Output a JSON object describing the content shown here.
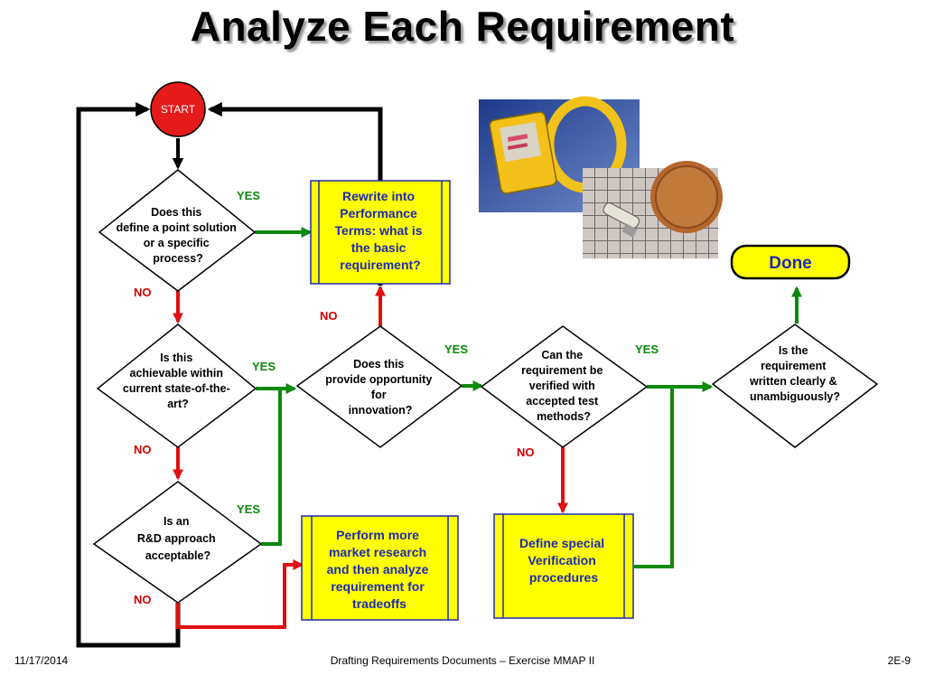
{
  "title": "Analyze Each Requirement",
  "nodes": {
    "start": "START",
    "d1": [
      "Does this",
      "define a point solution",
      "or a specific",
      "process?"
    ],
    "d2": [
      "Is this",
      "achievable within",
      "current state-of-the-",
      "art?"
    ],
    "d3": [
      "Is an",
      "R&D approach",
      "acceptable?"
    ],
    "d4": [
      "Does this",
      "provide opportunity",
      "for",
      "innovation?"
    ],
    "d5": [
      "Can the",
      "requirement be",
      "verified with",
      "accepted test",
      "methods?"
    ],
    "d6": [
      "Is the",
      "requirement",
      "written clearly &",
      "unambiguously?"
    ],
    "b_rewrite": [
      "Rewrite into",
      "Performance",
      "Terms: what is",
      "the basic",
      "requirement?"
    ],
    "b_market": [
      "Perform more",
      "market research",
      "and then analyze",
      "requirement for",
      "tradeoffs"
    ],
    "b_verify": [
      "Define special",
      "Verification",
      "procedures"
    ],
    "done": "Done"
  },
  "labels": {
    "yes": "YES",
    "no": "NO"
  },
  "footer": {
    "date": "11/17/2014",
    "center": "Drafting Requirements Documents – Exercise MMAP II",
    "page": "2E-9"
  },
  "colors": {
    "yes_arrow": "#0b8a0b",
    "no_arrow": "#e01010",
    "loop_line": "#000000",
    "box_fill": "#ffff00",
    "box_text": "#1f2ab0",
    "start_fill": "#e51a1a"
  },
  "photos": [
    "handheld-meter-photo",
    "penny-sensor-photo"
  ]
}
